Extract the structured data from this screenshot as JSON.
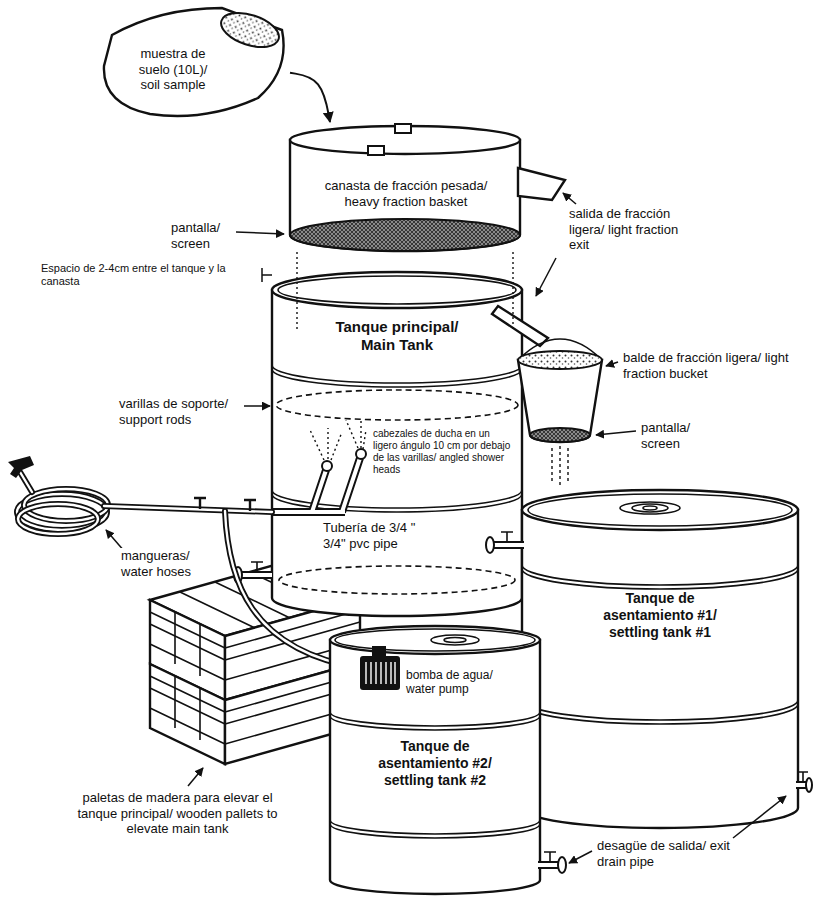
{
  "diagram": {
    "nodes": [
      {
        "text": [
          "muestra de suelo (10L)/ soil sample"
        ]
      },
      {
        "text": [
          "canasta de fracción pesada/ heavy fraction basket"
        ]
      },
      {
        "text": [
          "Tanque principal/ Main Tank"
        ]
      },
      {
        "text": [
          "Tanque de asentamiento #1/ settling tank #1"
        ]
      },
      {
        "text": [
          "Tanque de asentamiento #2/ settling tank #2"
        ]
      }
    ],
    "edges": [
      {
        "from": 0,
        "to": 1,
        "arrow": "to"
      }
    ],
    "labels": [
      "pantalla/ screen",
      "Espacio de 2-4cm entre el tanque y la canasta",
      "salida de fracción ligera/ light fraction exit",
      "balde de fracción ligera/ light fraction bucket",
      "varillas de soporte/ support rods",
      "pantalla/ screen",
      "cabezales de ducha en un ligero ángulo 10 cm por debajo de las varillas/ angled shower heads",
      "mangueras/ water hoses",
      "Tubería de 3/4 \" 3/4\" pvc pipe",
      "bomba de agua/ water pump",
      "paletas de madera para elevar el tanque principal/ wooden pallets to elevate main tank",
      "desagüe de salida/ exit drain pipe"
    ]
  }
}
